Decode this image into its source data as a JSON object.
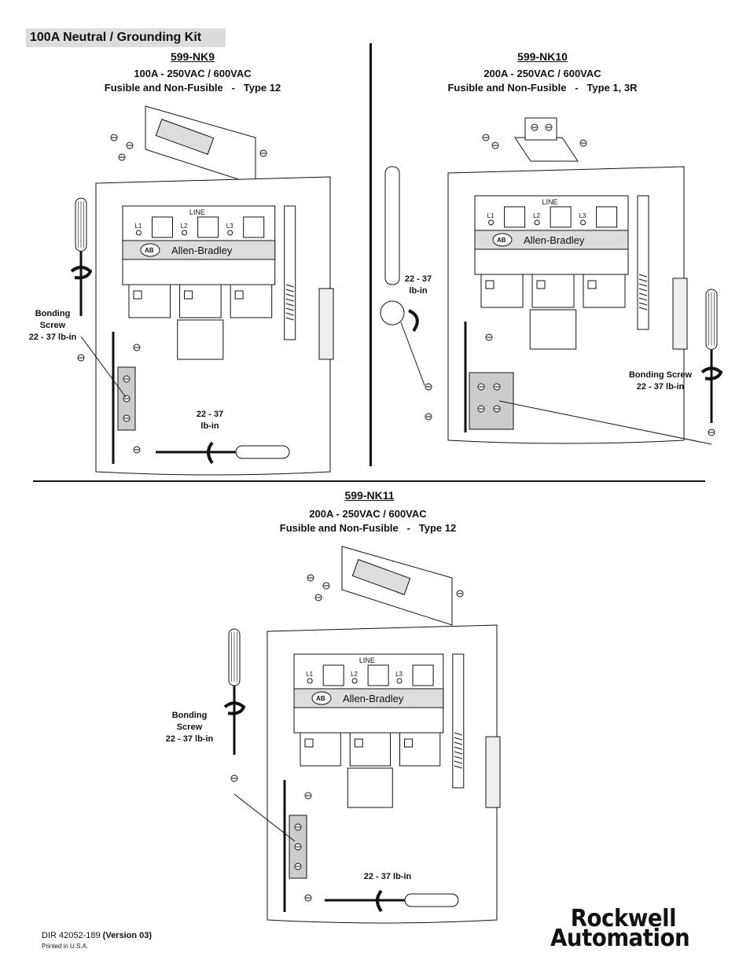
{
  "page_title": "100A Neutral / Grounding Kit",
  "kits": [
    {
      "model": "599-NK9",
      "rating": "100A - 250VAC / 600VAC",
      "type": "Fusible and Non-Fusible   -   Type 12",
      "bonding_label": [
        "Bonding",
        "Screw",
        "22 - 37 lb-in"
      ],
      "torque_label": [
        "22 - 37",
        "lb-in"
      ]
    },
    {
      "model": "599-NK10",
      "rating": "200A - 250VAC / 600VAC",
      "type": "Fusible and Non-Fusible   -   Type 1, 3R",
      "bonding_label": [
        "Bonding Screw",
        "22 - 37 lb-in"
      ],
      "torque_label": [
        "22 - 37",
        "lb-in"
      ]
    },
    {
      "model": "599-NK11",
      "rating": "200A - 250VAC / 600VAC",
      "type": "Fusible and Non-Fusible   -   Type 12",
      "bonding_label": [
        "Bonding",
        "Screw",
        "22 - 37 lb-in"
      ],
      "torque_label": [
        "22 - 37 lb-in"
      ]
    }
  ],
  "switch_labels": {
    "line": "LINE",
    "l1": "L1",
    "l2": "L2",
    "l3": "L3",
    "brand": "Allen-Bradley",
    "badge": "AB"
  },
  "footer": {
    "doc_number": "DIR 42052-189",
    "version": "(Version 03)",
    "printed": "Printed in U.S.A."
  },
  "logo": {
    "line1": "Rockwell",
    "line2": "Automation"
  }
}
